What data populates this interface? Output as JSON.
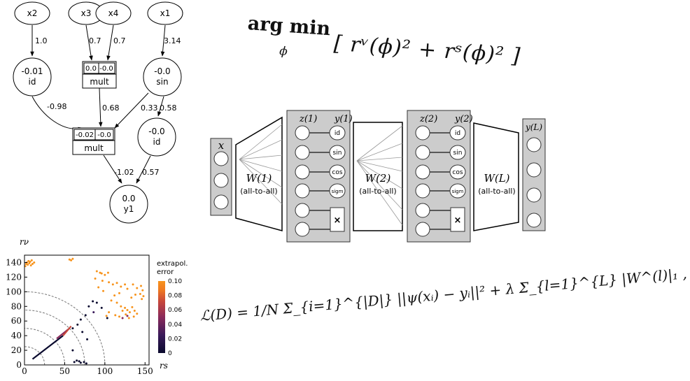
{
  "graph": {
    "nodes": [
      {
        "id": "x2",
        "value": "",
        "label": "x2"
      },
      {
        "id": "x3",
        "value": "",
        "label": "x3"
      },
      {
        "id": "x4",
        "value": "",
        "label": "x4"
      },
      {
        "id": "x1",
        "value": "",
        "label": "x1"
      },
      {
        "id": "id1",
        "value": "-0.01",
        "label": "id"
      },
      {
        "id": "mult1",
        "values": [
          "0.0",
          "-0.0"
        ],
        "label": "mult"
      },
      {
        "id": "sin1",
        "value": "-0.0",
        "label": "sin"
      },
      {
        "id": "mult2",
        "values": [
          "-0.02",
          "-0.0"
        ],
        "label": "mult"
      },
      {
        "id": "id2",
        "value": "-0.0",
        "label": "id"
      },
      {
        "id": "y1",
        "value": "0.0",
        "label": "y1"
      }
    ],
    "edge_weights": [
      "1.0",
      "0.7",
      "0.7",
      "3.14",
      "-0.98",
      "0.68",
      "0.33",
      "0.58",
      "-1.02",
      "0.57"
    ]
  },
  "network": {
    "input_label": "x",
    "output_label": "y(L)",
    "layer1": {
      "z": "z(1)",
      "y": "y(1)",
      "units": [
        "id",
        "sin",
        "cos",
        "sigm"
      ],
      "mult": "×"
    },
    "layer2": {
      "z": "z(2)",
      "y": "y(2)",
      "units": [
        "id",
        "sin",
        "cos",
        "sigm"
      ],
      "mult": "×"
    },
    "weights": [
      {
        "symbol": "W(1)",
        "desc": "(all-to-all)"
      },
      {
        "symbol": "W(2)",
        "desc": "(all-to-all)"
      },
      {
        "symbol": "W(L)",
        "desc": "(all-to-all)"
      }
    ]
  },
  "formulas": {
    "argmin": {
      "op": "arg min",
      "sub": "ϕ",
      "body": "[ rᵛ(ϕ)² + rˢ(ϕ)² ]"
    },
    "loss": "ℒ(D) = 1/N Σ_{i=1}^{|D|} ||ψ(xᵢ) − yᵢ||² + λ Σ_{l=1}^{L} |W^(l)|₁ ,"
  },
  "chart_data": {
    "type": "scatter",
    "title": "",
    "xlabel": "rs",
    "ylabel": "rν",
    "xlim": [
      0,
      155
    ],
    "ylim": [
      0,
      150
    ],
    "xticks": [
      0,
      50,
      100,
      150
    ],
    "yticks": [
      0,
      20,
      40,
      60,
      80,
      100,
      120,
      140
    ],
    "grid": false,
    "reference_arcs_radius": [
      25,
      50,
      75,
      100
    ],
    "colorbar": {
      "title": [
        "extrapol.",
        "error"
      ],
      "min": 0,
      "max": 0.1,
      "ticks": [
        "0",
        "0.02",
        "0.04",
        "0.06",
        "0.08",
        "0.10"
      ],
      "colors": [
        "#0a0a2e",
        "#3a1a5a",
        "#8a2a5a",
        "#c8483a",
        "#f07a20",
        "#f7941d"
      ]
    },
    "points": [
      {
        "x": 1,
        "y": 135,
        "e": 0.1
      },
      {
        "x": 2,
        "y": 138,
        "e": 0.1
      },
      {
        "x": 3,
        "y": 140,
        "e": 0.1
      },
      {
        "x": 4,
        "y": 137,
        "e": 0.1
      },
      {
        "x": 5,
        "y": 142,
        "e": 0.1
      },
      {
        "x": 6,
        "y": 139,
        "e": 0.1
      },
      {
        "x": 7,
        "y": 141,
        "e": 0.1
      },
      {
        "x": 8,
        "y": 136,
        "e": 0.1
      },
      {
        "x": 9,
        "y": 143,
        "e": 0.1
      },
      {
        "x": 10,
        "y": 138,
        "e": 0.1
      },
      {
        "x": 12,
        "y": 140,
        "e": 0.1
      },
      {
        "x": 56,
        "y": 144,
        "e": 0.1
      },
      {
        "x": 58,
        "y": 143,
        "e": 0.1
      },
      {
        "x": 60,
        "y": 145,
        "e": 0.1
      },
      {
        "x": 90,
        "y": 128,
        "e": 0.09
      },
      {
        "x": 94,
        "y": 126,
        "e": 0.09
      },
      {
        "x": 96,
        "y": 125,
        "e": 0.09
      },
      {
        "x": 100,
        "y": 123,
        "e": 0.09
      },
      {
        "x": 104,
        "y": 126,
        "e": 0.09
      },
      {
        "x": 88,
        "y": 118,
        "e": 0.09
      },
      {
        "x": 97,
        "y": 115,
        "e": 0.09
      },
      {
        "x": 105,
        "y": 113,
        "e": 0.09
      },
      {
        "x": 110,
        "y": 110,
        "e": 0.09
      },
      {
        "x": 115,
        "y": 112,
        "e": 0.09
      },
      {
        "x": 120,
        "y": 107,
        "e": 0.09
      },
      {
        "x": 125,
        "y": 110,
        "e": 0.09
      },
      {
        "x": 128,
        "y": 104,
        "e": 0.09
      },
      {
        "x": 135,
        "y": 110,
        "e": 0.09
      },
      {
        "x": 140,
        "y": 105,
        "e": 0.09
      },
      {
        "x": 145,
        "y": 108,
        "e": 0.09
      },
      {
        "x": 147,
        "y": 102,
        "e": 0.09
      },
      {
        "x": 144,
        "y": 97,
        "e": 0.09
      },
      {
        "x": 148,
        "y": 94,
        "e": 0.09
      },
      {
        "x": 146,
        "y": 90,
        "e": 0.09
      },
      {
        "x": 138,
        "y": 96,
        "e": 0.09
      },
      {
        "x": 133,
        "y": 92,
        "e": 0.09
      },
      {
        "x": 118,
        "y": 98,
        "e": 0.09
      },
      {
        "x": 112,
        "y": 95,
        "e": 0.09
      },
      {
        "x": 108,
        "y": 88,
        "e": 0.09
      },
      {
        "x": 115,
        "y": 85,
        "e": 0.09
      },
      {
        "x": 120,
        "y": 80,
        "e": 0.09
      },
      {
        "x": 125,
        "y": 78,
        "e": 0.09
      },
      {
        "x": 128,
        "y": 75,
        "e": 0.09
      },
      {
        "x": 131,
        "y": 72,
        "e": 0.09
      },
      {
        "x": 134,
        "y": 79,
        "e": 0.09
      },
      {
        "x": 137,
        "y": 74,
        "e": 0.09
      },
      {
        "x": 140,
        "y": 70,
        "e": 0.09
      },
      {
        "x": 136,
        "y": 66,
        "e": 0.09
      },
      {
        "x": 130,
        "y": 64,
        "e": 0.09
      },
      {
        "x": 126,
        "y": 69,
        "e": 0.09
      },
      {
        "x": 122,
        "y": 74,
        "e": 0.09
      },
      {
        "x": 118,
        "y": 66,
        "e": 0.09
      },
      {
        "x": 113,
        "y": 68,
        "e": 0.09
      },
      {
        "x": 105,
        "y": 72,
        "e": 0.09
      },
      {
        "x": 102,
        "y": 67,
        "e": 0.09
      },
      {
        "x": 92,
        "y": 106,
        "e": 0.09
      },
      {
        "x": 98,
        "y": 101,
        "e": 0.09
      },
      {
        "x": 85,
        "y": 87,
        "e": 0.01
      },
      {
        "x": 90,
        "y": 85,
        "e": 0.01
      },
      {
        "x": 80,
        "y": 80,
        "e": 0.01
      },
      {
        "x": 96,
        "y": 78,
        "e": 0.01
      },
      {
        "x": 103,
        "y": 64,
        "e": 0.01
      },
      {
        "x": 76,
        "y": 68,
        "e": 0.01
      },
      {
        "x": 70,
        "y": 62,
        "e": 0.01
      },
      {
        "x": 66,
        "y": 55,
        "e": 0.01
      },
      {
        "x": 60,
        "y": 50,
        "e": 0.01
      },
      {
        "x": 72,
        "y": 45,
        "e": 0.01
      },
      {
        "x": 78,
        "y": 35,
        "e": 0.01
      },
      {
        "x": 60,
        "y": 20,
        "e": 0.01
      },
      {
        "x": 68,
        "y": 5,
        "e": 0.01
      },
      {
        "x": 70,
        "y": 3,
        "e": 0.01
      },
      {
        "x": 62,
        "y": 4,
        "e": 0.01
      },
      {
        "x": 65,
        "y": 6,
        "e": 0.01
      },
      {
        "x": 74,
        "y": 4,
        "e": 0.01
      },
      {
        "x": 77,
        "y": 2,
        "e": 0.01
      },
      {
        "x": 122,
        "y": 64,
        "e": 0.03
      },
      {
        "x": 128,
        "y": 67,
        "e": 0.03
      },
      {
        "x": 86,
        "y": 72,
        "e": 0.02
      }
    ],
    "segments": [
      {
        "x1": 10,
        "y1": 8,
        "x2": 48,
        "y2": 40,
        "e": 0.005
      },
      {
        "x1": 40,
        "y1": 36,
        "x2": 56,
        "y2": 50,
        "e": 0.04
      },
      {
        "x1": 48,
        "y1": 40,
        "x2": 58,
        "y2": 53,
        "e": 0.06
      }
    ]
  }
}
